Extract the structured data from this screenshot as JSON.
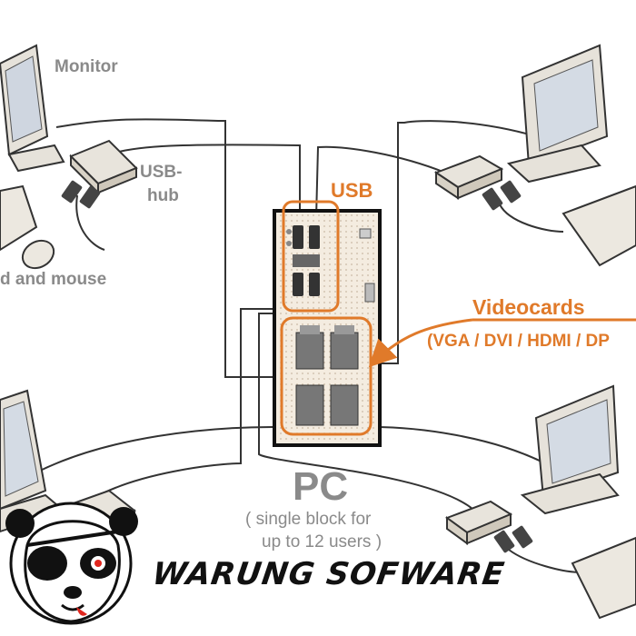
{
  "labels": {
    "monitor": "Monitor",
    "usb_hub": "USB-\nhub",
    "usb_hub_line1": "USB-",
    "usb_hub_line2": "hub",
    "keyboard_mouse": "d and mouse",
    "usb": "USB",
    "videocards": "Videocards",
    "video_ports": "(VGA / DVI / HDMI / DP",
    "pc": "PC",
    "pc_note_line1": "( single block for",
    "pc_note_line2": "up to 12 users )"
  },
  "watermark": {
    "text": "WARUNG SOFWARE",
    "logo": "panda-face-logo"
  },
  "colors": {
    "accent_orange": "#e07a2a",
    "label_gray": "#8a8a8a",
    "line": "#333333",
    "device_fill": "#e8e4dc"
  },
  "icons": [
    "monitor-icon",
    "usb-hub-icon",
    "usb-plug-icon",
    "keyboard-icon",
    "mouse-icon",
    "pc-tower-icon",
    "panda-logo"
  ]
}
